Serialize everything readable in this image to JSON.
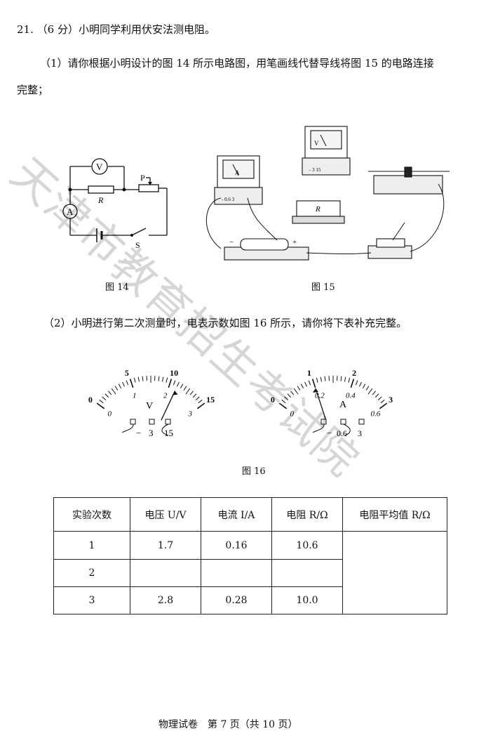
{
  "question": {
    "number": "21.",
    "points": "（6 分）",
    "stem": "小明同学利用伏安法测电阻。",
    "part1_line1": "（1）请你根据小明设计的图 14 所示电路图，用笔画线代替导线将图 15 的电路连接",
    "part1_line2": "完整；",
    "part2": "（2）小明进行第二次测量时，电表示数如图 16 所示，请你将下表补充完整。"
  },
  "figures": {
    "fig14_caption": "图 14",
    "fig15_caption": "图 15",
    "fig16_caption": "图 16",
    "fig14_labels": {
      "voltmeter": "V",
      "ammeter": "A",
      "resistor": "R",
      "slider": "P",
      "switch": "S"
    },
    "fig15_labels": {
      "ammeter": "A",
      "voltmeter": "V",
      "resistor": "R",
      "amm_terms": "- 0.6 3",
      "volt_terms": "- 3 15",
      "minus": "−",
      "plus": "+"
    },
    "voltmeter16": {
      "unit": "V",
      "top_scale": [
        "0",
        "5",
        "10",
        "15"
      ],
      "bottom_scale": [
        "0",
        "1",
        "2",
        "3"
      ],
      "terminals": [
        "−",
        "3",
        "15"
      ],
      "pointer_value_3V_range": 2.2
    },
    "ammeter16": {
      "unit": "A",
      "top_scale": [
        "0",
        "1",
        "2",
        "3"
      ],
      "bottom_scale": [
        "0",
        "0.2",
        "0.4",
        "0.6"
      ],
      "terminals": [
        "−",
        "0.6",
        "3"
      ],
      "pointer_value_0_6A_range": 0.2
    }
  },
  "table": {
    "headers": [
      "实验次数",
      "电压 U/V",
      "电流 I/A",
      "电阻 R/Ω",
      "电阻平均值 R/Ω"
    ],
    "rows": [
      [
        "1",
        "1.7",
        "0.16",
        "10.6"
      ],
      [
        "2",
        "",
        "",
        ""
      ],
      [
        "3",
        "2.8",
        "0.28",
        "10.0"
      ]
    ]
  },
  "watermark": "天津市教育招生考试院",
  "footer": "物理试卷　第 7 页（共 10 页）"
}
